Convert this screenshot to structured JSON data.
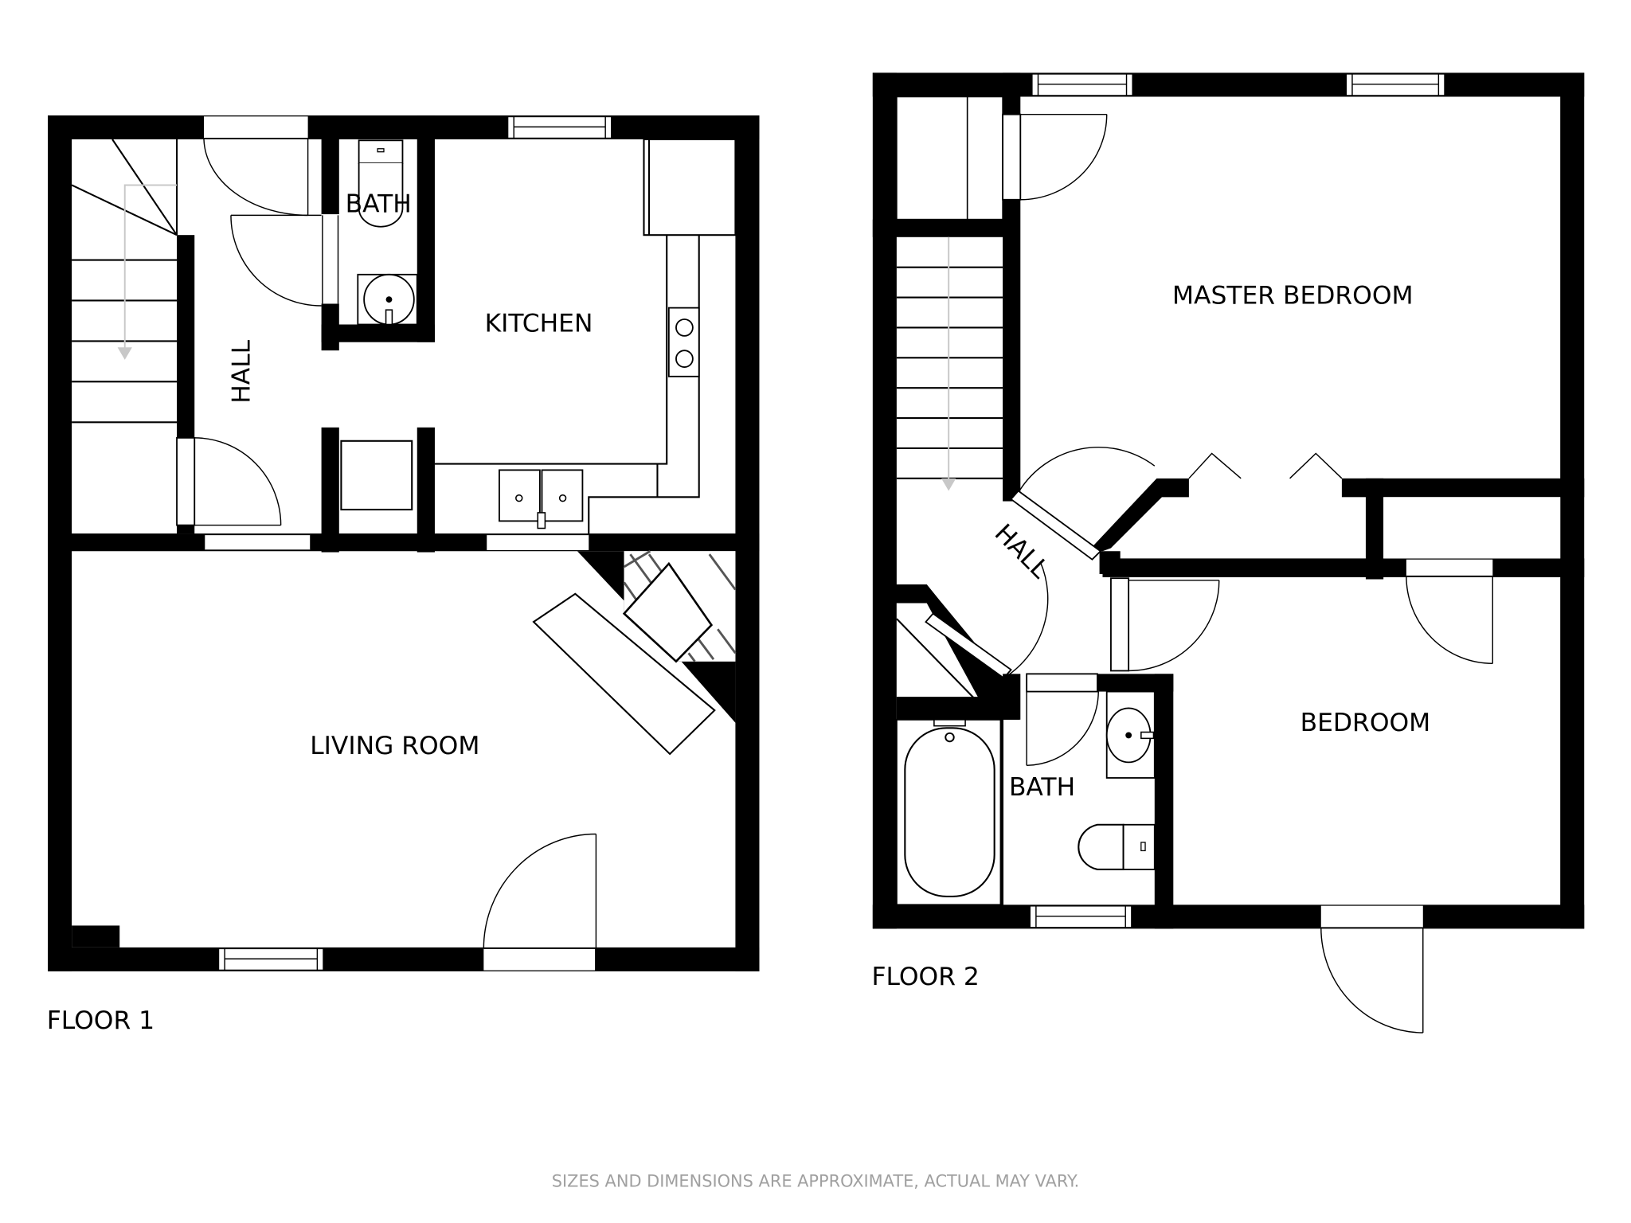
{
  "floors": [
    {
      "label": "FLOOR 1",
      "rooms": [
        {
          "name": "HALL",
          "orientation": "vertical"
        },
        {
          "name": "BATH"
        },
        {
          "name": "KITCHEN"
        },
        {
          "name": "LIVING ROOM"
        }
      ]
    },
    {
      "label": "FLOOR 2",
      "rooms": [
        {
          "name": "MASTER BEDROOM"
        },
        {
          "name": "HALL",
          "orientation": "diagonal"
        },
        {
          "name": "BATH"
        },
        {
          "name": "BEDROOM"
        }
      ]
    }
  ],
  "footer": {
    "disclaimer": "SIZES AND DIMENSIONS ARE APPROXIMATE, ACTUAL MAY VARY."
  },
  "colors": {
    "wall": "#000000",
    "background": "#ffffff",
    "footer_text": "#a0a0a0",
    "stair_arrow": "#c8c8c8"
  }
}
